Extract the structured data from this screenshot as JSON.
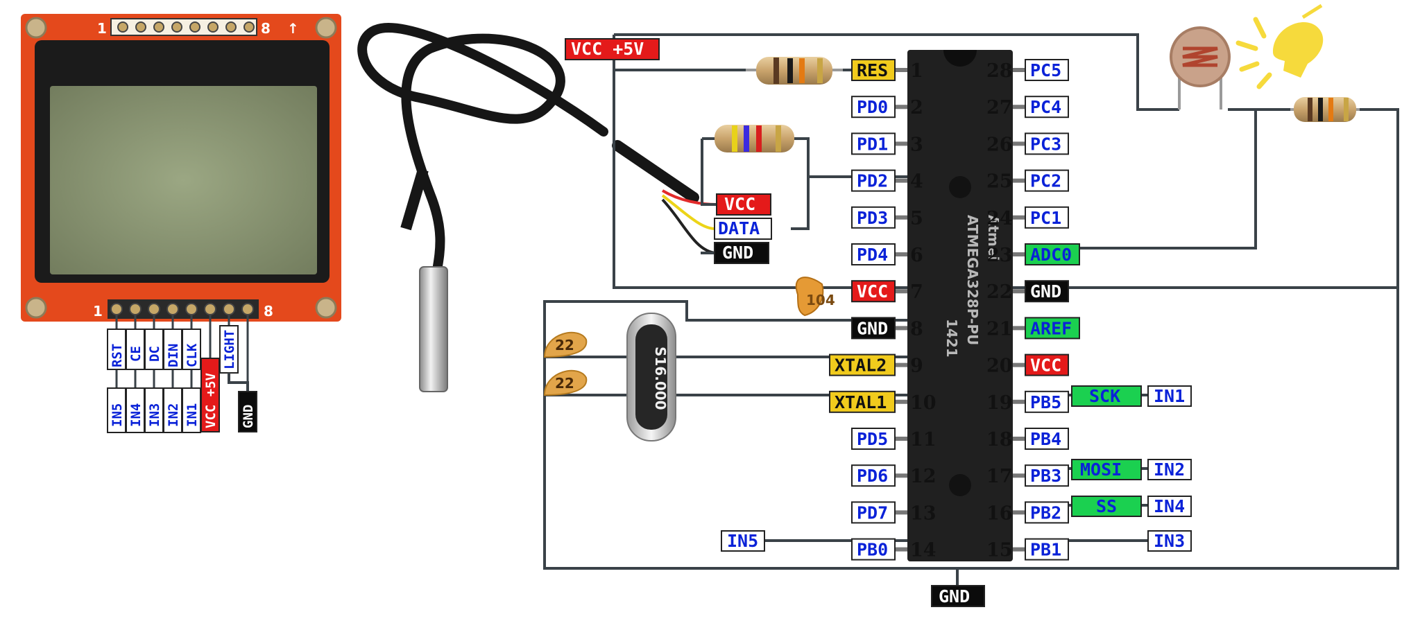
{
  "colors": {
    "wire": "#3a4248",
    "blue_label_text": "#0a22d8",
    "yellow_label": "#f1cb1d",
    "red_label": "#e41a1a",
    "black_label": "#0b0b0b",
    "green_label": "#1bd050",
    "lcd_board": "#e2461a",
    "lcd_screen": "#8d9a73",
    "chip_body": "#202020"
  },
  "lcd": {
    "header_top_start": "1",
    "header_top_end": "8",
    "arrow": "↑",
    "header_bottom_start": "1",
    "header_bottom_end": "8",
    "pin_names": [
      "RST",
      "CE",
      "DC",
      "DIN",
      "CLK",
      "VCC +5V",
      "LIGHT"
    ],
    "net_names": [
      "IN5",
      "IN4",
      "IN3",
      "IN2",
      "IN1"
    ],
    "gnd": "GND"
  },
  "chip": {
    "brand": "Atmel",
    "part": "ATMEGA328P-PU",
    "date_code": "1421",
    "left_pins": [
      {
        "num": "1",
        "label": "RES"
      },
      {
        "num": "2",
        "label": "PD0"
      },
      {
        "num": "3",
        "label": "PD1"
      },
      {
        "num": "4",
        "label": "PD2"
      },
      {
        "num": "5",
        "label": "PD3"
      },
      {
        "num": "6",
        "label": "PD4"
      },
      {
        "num": "7",
        "label": "VCC"
      },
      {
        "num": "8",
        "label": "GND"
      },
      {
        "num": "9",
        "label": "XTAL2"
      },
      {
        "num": "10",
        "label": "XTAL1"
      },
      {
        "num": "11",
        "label": "PD5"
      },
      {
        "num": "12",
        "label": "PD6"
      },
      {
        "num": "13",
        "label": "PD7"
      },
      {
        "num": "14",
        "label": "PB0"
      }
    ],
    "right_pins": [
      {
        "num": "28",
        "label": "PC5"
      },
      {
        "num": "27",
        "label": "PC4"
      },
      {
        "num": "26",
        "label": "PC3"
      },
      {
        "num": "25",
        "label": "PC2"
      },
      {
        "num": "24",
        "label": "PC1"
      },
      {
        "num": "23",
        "label": "ADC0"
      },
      {
        "num": "22",
        "label": "GND"
      },
      {
        "num": "21",
        "label": "AREF"
      },
      {
        "num": "20",
        "label": "VCC"
      },
      {
        "num": "19",
        "label": "PB5"
      },
      {
        "num": "18",
        "label": "PB4"
      },
      {
        "num": "17",
        "label": "PB3"
      },
      {
        "num": "16",
        "label": "PB2"
      },
      {
        "num": "15",
        "label": "PB1"
      }
    ]
  },
  "spi": {
    "sck": "SCK",
    "mosi": "MOSI",
    "ss": "SS",
    "in1": "IN1",
    "in2": "IN2",
    "in4": "IN4",
    "in3": "IN3",
    "in5": "IN5"
  },
  "power": {
    "vcc5v": "VCC +5V",
    "gnd_bottom": "GND"
  },
  "sensor": {
    "vcc": "VCC",
    "data": "DATA",
    "gnd": "GND"
  },
  "crystal": {
    "marking": "S16.000"
  },
  "caps": {
    "c1": "22",
    "c2": "22",
    "c3": "104"
  }
}
